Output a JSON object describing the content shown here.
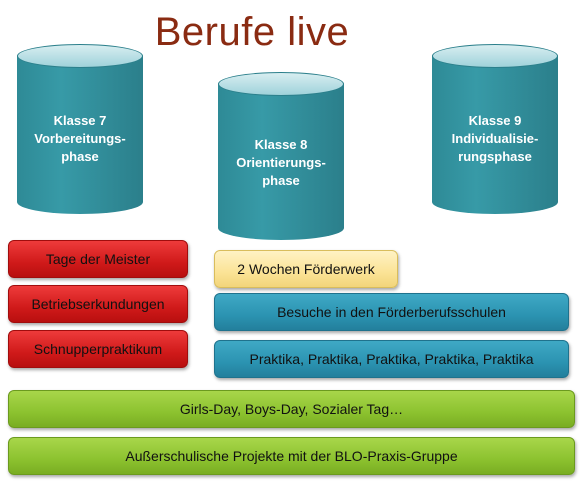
{
  "title": "Berufe live",
  "cylinders": [
    {
      "lines": [
        "Klasse 7",
        "Vorbereitungs-",
        "phase"
      ]
    },
    {
      "lines": [
        "Klasse 8",
        "Orientierungs-",
        "phase"
      ]
    },
    {
      "lines": [
        "Klasse 9",
        "Individualisie-",
        "rungsphase"
      ]
    }
  ],
  "left_boxes": [
    "Tage der Meister",
    "Betriebserkundungen",
    "Schnupperpraktikum"
  ],
  "right_boxes": {
    "foerderwerk": "2 Wochen Förderwerk",
    "besuche": "Besuche in den Förderberufsschulen",
    "praktika": "Praktika, Praktika, Praktika, Praktika, Praktika"
  },
  "bottom_bars": [
    "Girls-Day, Boys-Day, Sozialer Tag…",
    "Außerschulische Projekte mit der BLO-Praxis-Gruppe"
  ],
  "colors": {
    "title": "#8a2b12",
    "cylinder": "#379aa7",
    "red": "#d01a1a",
    "yellow": "#fbe396",
    "teal": "#2b93b1",
    "green": "#8cc22f"
  }
}
